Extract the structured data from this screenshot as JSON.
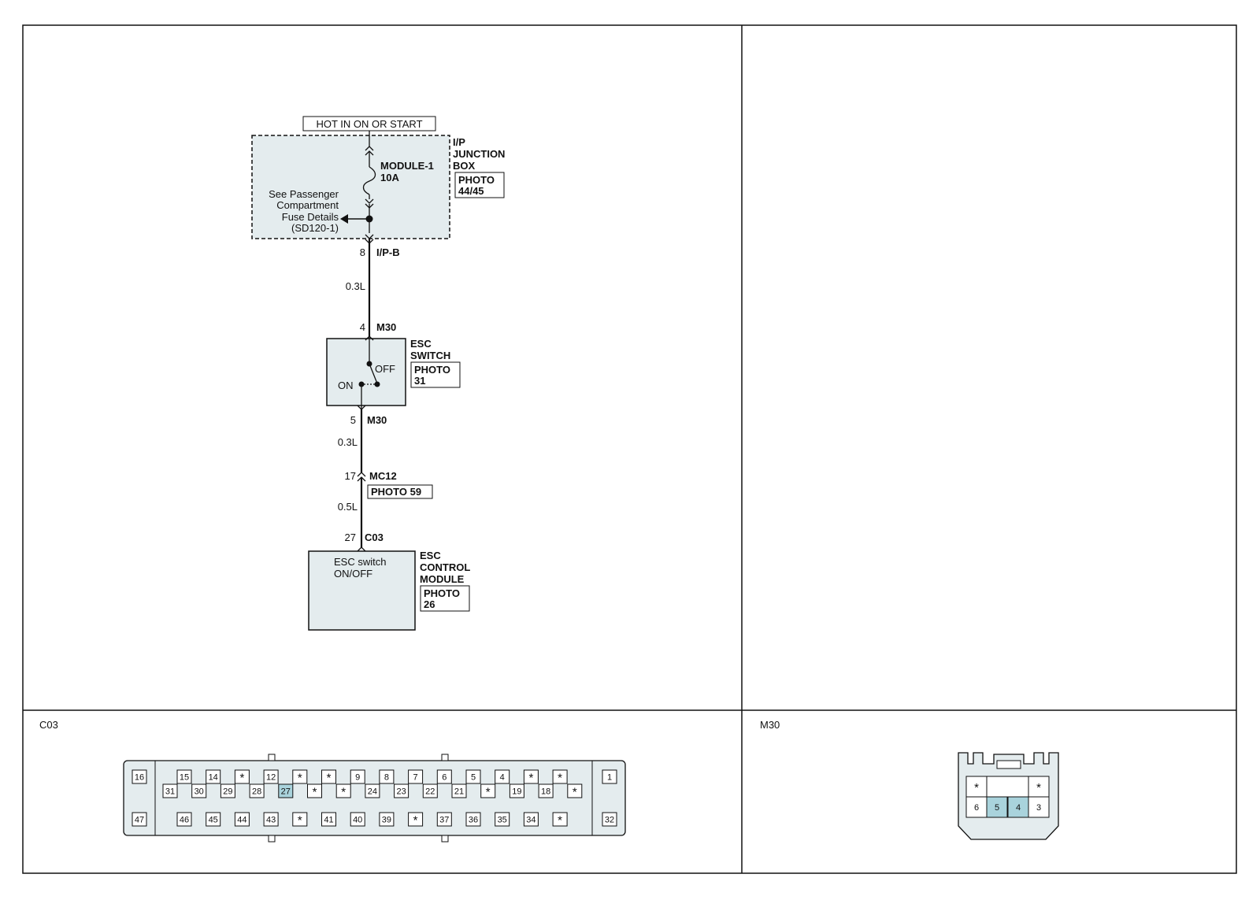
{
  "power": {
    "label": "HOT IN ON OR START"
  },
  "junction_box": {
    "name_lines": [
      "I/P",
      "JUNCTION",
      "BOX"
    ],
    "photo_lines": [
      "PHOTO",
      "44/45"
    ],
    "fuse_name": "MODULE-1",
    "fuse_rating": "10A",
    "note_lines": [
      "See Passenger",
      "Compartment",
      "Fuse Details",
      "(SD120-1)"
    ]
  },
  "wires": {
    "ipb_pin": "8",
    "ipb_conn": "I/P-B",
    "w1": "0.3L",
    "m30_in_pin": "4",
    "m30_in_conn": "M30",
    "m30_out_pin": "5",
    "m30_out_conn": "M30",
    "w2": "0.3L",
    "mc12_pin": "17",
    "mc12_conn": "MC12",
    "mc12_photo": "PHOTO 59",
    "w3": "0.5L",
    "c03_pin": "27",
    "c03_conn": "C03"
  },
  "esc_switch": {
    "name_lines": [
      "ESC",
      "SWITCH"
    ],
    "photo_lines": [
      "PHOTO",
      "31"
    ],
    "off": "OFF",
    "on": "ON"
  },
  "esc_module": {
    "inner_lines": [
      "ESC switch",
      "ON/OFF"
    ],
    "name_lines": [
      "ESC",
      "CONTROL",
      "MODULE"
    ],
    "photo_lines": [
      "PHOTO",
      "26"
    ]
  },
  "c03_panel": {
    "title": "C03",
    "left_top": "16",
    "left_bottom": "47",
    "right_top": "1",
    "right_bottom": "32",
    "row1": [
      "15",
      "14",
      "*",
      "12",
      "*",
      "*",
      "9",
      "8",
      "7",
      "6",
      "5",
      "4",
      "*",
      "*"
    ],
    "row2": [
      "31",
      "30",
      "29",
      "28",
      "27",
      "*",
      "*",
      "24",
      "23",
      "22",
      "21",
      "*",
      "19",
      "18",
      "*"
    ],
    "row3": [
      "46",
      "45",
      "44",
      "43",
      "*",
      "41",
      "40",
      "39",
      "*",
      "37",
      "36",
      "35",
      "34",
      "*"
    ],
    "highlight": "27"
  },
  "m30_panel": {
    "title": "M30",
    "top_row": [
      "*",
      "",
      "*"
    ],
    "bottom_row": [
      "6",
      "5",
      "4",
      "3"
    ],
    "highlight": [
      "5",
      "4"
    ]
  },
  "colors": {
    "shade": "#e4ecee",
    "highlight": "#a9d3dc",
    "line": "#111111"
  }
}
